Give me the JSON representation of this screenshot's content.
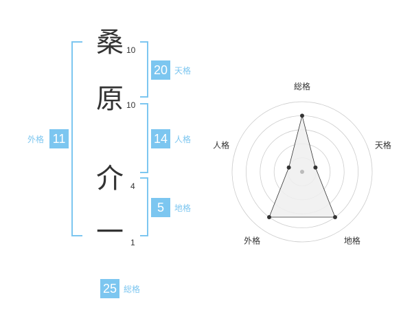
{
  "name": {
    "chars": [
      {
        "char": "桑",
        "strokes": "10"
      },
      {
        "char": "原",
        "strokes": "10"
      },
      {
        "char": "介",
        "strokes": "4"
      },
      {
        "char": "一",
        "strokes": "1"
      }
    ]
  },
  "kakusu": {
    "tenkaku": {
      "value": "20",
      "label": "天格"
    },
    "jinkaku": {
      "value": "14",
      "label": "人格"
    },
    "chikaku": {
      "value": "5",
      "label": "地格"
    },
    "gaikaku": {
      "value": "11",
      "label": "外格"
    },
    "soukaku": {
      "value": "25",
      "label": "総格"
    }
  },
  "chart_data": {
    "type": "radar",
    "axes": [
      "総格",
      "天格",
      "地格",
      "外格",
      "人格"
    ],
    "values": [
      4,
      1,
      4,
      4,
      1
    ],
    "rmax": 5,
    "rings": 5,
    "colors": {
      "ring": "#cccccc",
      "fill": "#eeeeee",
      "line": "#333333",
      "point": "#333333",
      "center": "#bbbbbb"
    }
  },
  "colors": {
    "accent": "#7cc6f0",
    "text": "#333333"
  }
}
